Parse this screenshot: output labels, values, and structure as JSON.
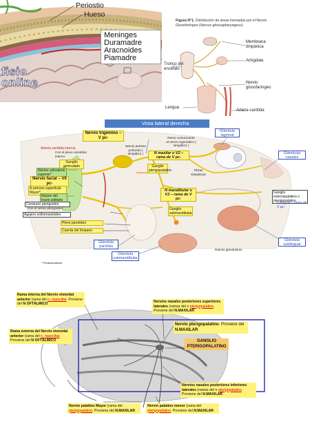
{
  "meninges": {
    "periostio": "Periostio",
    "hueso": "Hueso",
    "meninges": "Meninges",
    "duramadre": "Duramadre",
    "aracnoides": "Aracnoides",
    "piamadre": "Piamadre",
    "bg_word_1": "fisio",
    "bg_word_2": "online"
  },
  "glossopharyngeal": {
    "title_bold": "Figura N°1.",
    "title_rest": " Distribución de áreas inervadas por el Nervio",
    "title_line2": "Glosofaríngeo (",
    "title_italic": "Nervus glossopharyngeus",
    "title_end": ").",
    "labels": {
      "membrana": "Membrana timpánica",
      "amigdala": "Amígdala",
      "tronco": "Tronco del encéfalo",
      "nervio": "Nervio glosofaríngeo",
      "lengua": "Lengua",
      "carotida": "Arteria carótida"
    }
  },
  "lateral": {
    "header": "Vista lateral derecha",
    "trigemino": "Nervio trigémino – V pc-",
    "petroso_profundo": "Nervio petroso profundo ( simpático )",
    "maxilar": "N maxilar o V2 – rama de V pc-",
    "ramo_comunicante": "Ramo comunicante al nervio cigomático ( simpático )",
    "glandula_lagrimal": "Glándula lagrimal",
    "glandulas_nasales": "Glándulas nasales",
    "arteria_carotida": "Arteria carótida interna",
    "plexo_carotideo": "Con el plexo carotídeo interno",
    "ganglio_geniculado": "Ganglio geniculado",
    "nucleo_salivatorio": "Núcleo salivatorio superior*",
    "fibras_simpaticas": "Fibras simpáticas",
    "facial": "Nervio facial – VII pc-",
    "petroso_mayor": "N petroso superficial Mayor*",
    "tracto_solitario": "Núcleo del tracto solitario",
    "mandibular": "N mandibular o V3 – rama de V pc-",
    "ganglio_pterigopalatino": "Ganglio pterigopalatino",
    "conducto_pterigoideo": "Conducto pterigoideo",
    "nervio_pterigoideo": "Con el nervio pterigoideo",
    "ganglio_ext": "Ganglio exterospalatino o pterigopalatino",
    "agujero": "Agujero estilomastoideo",
    "ganglio_submandibular": "Ganglio submandibular",
    "n_lingual": "N lingual – rama de V pc-",
    "plexo_parotideo": "Plexo parotídeo",
    "cuerda_timpano": "Cuerda del tímpano",
    "glandula_parotida": "Glándula parótida",
    "glandula_submandibular": "Glándula submandibular",
    "ramos_glandulares": "Ramos glandulares",
    "glandula_sublingual": "Glándula sublingual",
    "footnote": "* Parasimpáticas"
  },
  "nasal": {
    "rama_interna": {
      "b1": "Rama interna del Nervio etmoidal anterior",
      "t1": " (rama del ",
      "u": "n. nasociliar",
      "t2": ". Proviene del ",
      "b2": "N OFTÁLMICO"
    },
    "rama_externa": {
      "b1": "Rama externa del Nervio etmoidal anterior",
      "t1": " (rama del ",
      "u": "n. nasociliar",
      "t2": ". Proviene del ",
      "b2": "N OFTÁLMICO"
    },
    "posteriores_sup": {
      "b1": "Nervios nasales posteriores superiores laterales",
      "t1": " (ramas del n ",
      "u": "pterigopalatino",
      "t2": ". Proviene del ",
      "b2": "N.MAXILAR"
    },
    "pterigopalatino": {
      "b1": "Nervio pterigopalatino",
      "t1": ". Proviene del ",
      "b2": "N.MAXILAR"
    },
    "ganglio": "GANGLIO PTERIGOPALATINO",
    "posteriores_inf": {
      "b1": "Nervios nasales posteriores inferiores laterales",
      "t1": " (ramas del n ",
      "u": "pterigopalatino",
      "t2": ". Proviene del ",
      "b2": "N.MAXILAR"
    },
    "palatino_mayor": {
      "b1": "Nervio palatino Mayor",
      "t1": " (rama del ",
      "u": "pterigopalatino",
      "t2": ". Proviene del ",
      "b2": "N.MAXILAR"
    },
    "palatino_menor": {
      "b1": "Nervio palatino menor",
      "t1": " (rama del ",
      "u": "pterigopalatino",
      "t2": ". Proviene del ",
      "b2": "N.MAXILAR"
    }
  },
  "colors": {
    "label_yellow": "#fff27a",
    "label_blue": "#2d4fb8",
    "header_blue": "#4a7cc4",
    "nerve_yellow": "#e6c200",
    "gland_pink": "#e7a98d",
    "frame_blue": "#2226a8"
  },
  "icons": [
    "brain-section-illustration",
    "glossopharyngeal-nerve-illustration",
    "facial-nerve-diagram",
    "nasal-cavity-illustration"
  ]
}
